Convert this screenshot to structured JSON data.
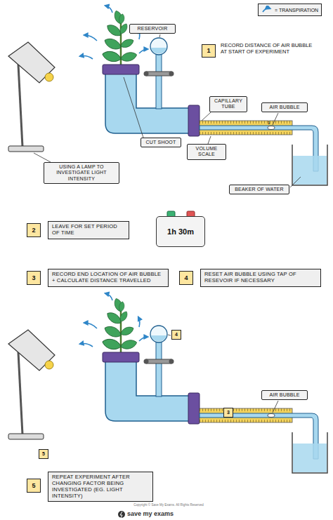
{
  "diagram": {
    "nodes": [
      {
        "text": [
          "RESERVOIR"
        ]
      },
      {
        "text": [
          "1"
        ]
      },
      {
        "text": [
          "CAPILLARY TUBE"
        ]
      },
      {
        "text": [
          "AIR BUBBLE"
        ]
      },
      {
        "text": [
          "CUT SHOOT"
        ]
      },
      {
        "text": [
          "VOLUME SCALE"
        ]
      },
      {
        "text": [
          "USING A LAMP TO INVESTIGATE LIGHT INTENSITY"
        ]
      },
      {
        "text": [
          "BEAKER OF WATER"
        ]
      },
      {
        "text": [
          "2"
        ]
      },
      {
        "text": [
          "LEAVE FOR SET PERIOD OF TIME"
        ]
      },
      {
        "text": [
          "1h 30m"
        ]
      },
      {
        "text": [
          "3"
        ]
      },
      {
        "text": [
          "RECORD END LOCATION OF AIR BUBBLE + CALCULATE DISTANCE TRAVELLED"
        ]
      },
      {
        "text": [
          "4"
        ]
      },
      {
        "text": [
          "RESET AIR BUBBLE USING TAP OF RESEVOIR IF NECESSARY"
        ]
      },
      {
        "text": [
          "4"
        ]
      },
      {
        "text": [
          "AIR BUBBLE"
        ]
      },
      {
        "text": [
          "3"
        ]
      },
      {
        "text": [
          "5"
        ]
      },
      {
        "text": [
          "5"
        ]
      },
      {
        "text": [
          "REPEAT EXPERIMENT AFTER CHANGING FACTOR BEING INVESTIGATED (EG. LIGHT INTENSITY)"
        ]
      }
    ],
    "labels": [
      "RECORD DISTANCE OF AIR BUBBLE AT START OF EXPERIMENT",
      "1",
      "Copyright © Save My Exams. All Rights Reserved",
      "save my exams"
    ],
    "legend": [
      {
        "text": "= TRANSPIRATION"
      }
    ]
  }
}
